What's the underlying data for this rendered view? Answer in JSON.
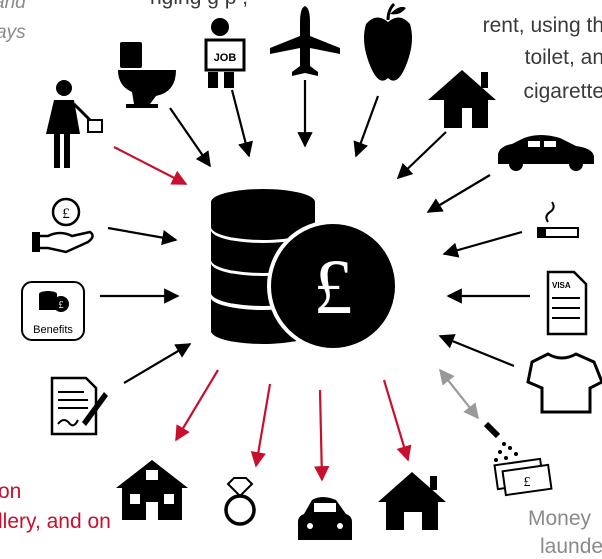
{
  "text": {
    "top_left_line1": "and",
    "top_left_line2": "ays",
    "top_fragment": "nging g          p            ,",
    "right_line1": "rent, using th",
    "right_line2": "toilet, an",
    "right_line3": "cigarette",
    "bottom_left_line1": "on",
    "bottom_left_line2": "llery, and on",
    "bottom_right_line1": "Money",
    "bottom_right_line2": "launderi"
  },
  "icons": {
    "job_sign": "JOB",
    "benefits_label": "Benefits",
    "visa_label": "VISA",
    "center_symbol": "£",
    "hand_coin_symbol": "£",
    "benefit_coin_symbol": "£",
    "money_symbol": "£"
  },
  "colors": {
    "black": "#000000",
    "red": "#c8102e",
    "grey": "#8a8a8a"
  }
}
